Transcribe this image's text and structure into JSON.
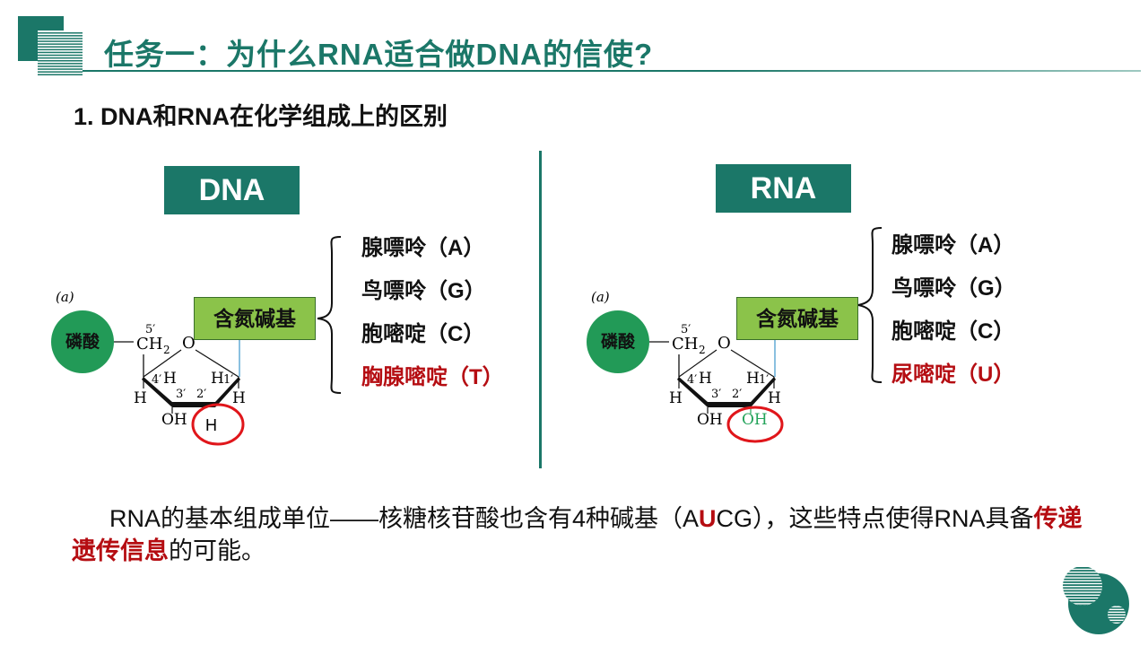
{
  "header": {
    "title": "任务一：为什么RNA适合做DNA的信使?",
    "subtitle": "1. DNA和RNA在化学组成上的区别"
  },
  "dna_panel": {
    "label": "DNA",
    "diagram_label": "(a)",
    "phosphate": "磷酸",
    "nitrogen_base_box": "含氮碱基",
    "sugar": {
      "c5": "5′",
      "ch2": "CH",
      "sub2": "2",
      "o": "O",
      "c4": "4′",
      "c3": "3′",
      "c2": "2′",
      "c1": "1′",
      "h": "H",
      "oh3": "OH",
      "c2_group": "H"
    },
    "bases": [
      {
        "name": "腺嘌呤（A）",
        "highlight": false
      },
      {
        "name": "鸟嘌呤（G）",
        "highlight": false
      },
      {
        "name": "胞嘧啶（C）",
        "highlight": false
      },
      {
        "name": "胸腺嘧啶（T）",
        "highlight": true
      }
    ]
  },
  "rna_panel": {
    "label": "RNA",
    "diagram_label": "(a)",
    "phosphate": "磷酸",
    "nitrogen_base_box": "含氮碱基",
    "sugar": {
      "c5": "5′",
      "ch2": "CH",
      "sub2": "2",
      "o": "O",
      "c4": "4′",
      "c3": "3′",
      "c2": "2′",
      "c1": "1′",
      "h": "H",
      "oh3": "OH",
      "c2_group": "OH"
    },
    "bases": [
      {
        "name": "腺嘌呤（A）",
        "highlight": false
      },
      {
        "name": "鸟嘌呤（G）",
        "highlight": false
      },
      {
        "name": "胞嘧啶（C）",
        "highlight": false
      },
      {
        "name": "尿嘧啶（U）",
        "highlight": true
      }
    ]
  },
  "conclusion": {
    "part1": "RNA的基本组成单位——核糖核苷酸也含有4种碱基（A",
    "u": "U",
    "part2": "CG），这些特点使得RNA具备",
    "highlight": "传递遗传信息",
    "part3": "的可能。"
  },
  "colors": {
    "brand": "#1b7768",
    "highlight_red": "#b50d12",
    "box_green": "#8bc34a",
    "phosphate_green": "#229a57",
    "circle_red": "#e0161b",
    "oh_green": "#23a35a"
  }
}
